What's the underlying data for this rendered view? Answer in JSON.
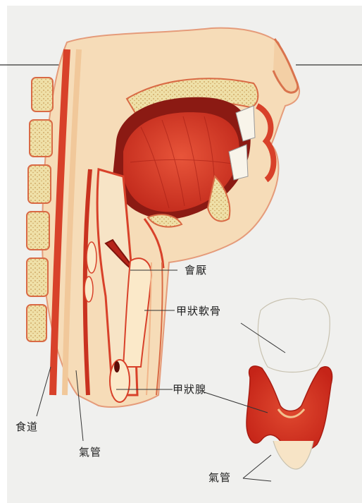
{
  "labels": {
    "epiglottis": "會厭",
    "thyroid_cartilage": "甲狀軟骨",
    "thyroid_gland": "甲狀腺",
    "esophagus": "食道",
    "trachea_left": "氣管",
    "trachea_right": "氣管"
  },
  "colors": {
    "background": "#f0f0ee",
    "skin": "#f6dcb8",
    "flesh_red": "#d8412a",
    "deep_red": "#b5241a",
    "bone": "#efe0a8",
    "bone_dots": "#c79b55",
    "leader_line": "#333333"
  }
}
